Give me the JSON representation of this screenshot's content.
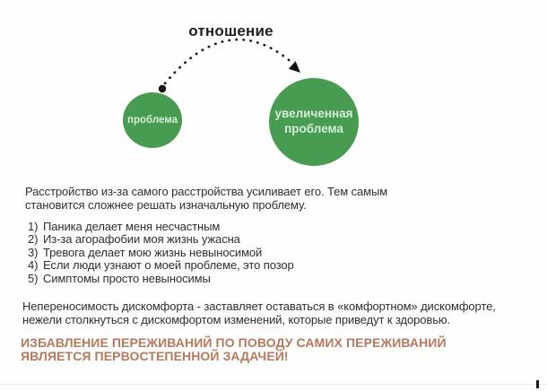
{
  "slide": {
    "background_color": "#fefefe",
    "text_color": "#2f2f2f",
    "diagram": {
      "title": "отношение",
      "small_circle": {
        "label": "проблема"
      },
      "big_circle": {
        "label_line1": "увеличенная",
        "label_line2": "проблема"
      },
      "circle_color": "#479c52",
      "circle_label_color": "#d6ecd6",
      "arrow_color": "#1c1c1c",
      "arrow_style": "dotted-arc"
    },
    "intro": {
      "line1": "Расстройство из-за самого расстройства усиливает его. Тем самым",
      "line2": "становится сложнее решать изначальную проблему."
    },
    "beliefs": [
      {
        "num": "1)",
        "text": "Паника делает меня несчастным"
      },
      {
        "num": "2)",
        "text": "Из-за агорафобии моя жизнь ужасна"
      },
      {
        "num": "3)",
        "text": "Тревога делает мою жизнь невыносимой"
      },
      {
        "num": "4)",
        "text": "Если люди узнают о моей проблеме, это позор"
      },
      {
        "num": "5)",
        "text": "Симптомы просто невыносимы"
      }
    ],
    "discomfort": {
      "line1": "Непереносимость дискомфорта - заставляет оставаться в «комфортном» дискомфорте,",
      "line2": "нежели столкнуться с дискомфортом изменений, которые приведут к здоровью."
    },
    "conclusion": {
      "line1": "ИЗБАВЛЕНИЕ ПЕРЕЖИВАНИЙ ПО ПОВОДУ САМИХ ПЕРЕЖИВАНИЙ",
      "line2": "ЯВЛЯЕТСЯ ПЕРВОСТЕПЕННОЙ ЗАДАЧЕЙ!",
      "color": "#b6795c"
    }
  }
}
